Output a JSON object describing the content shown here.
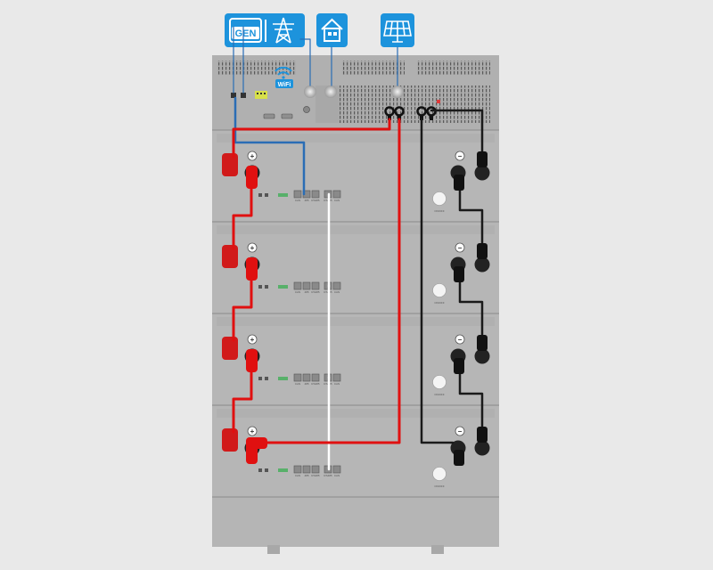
{
  "diagram": {
    "title": "",
    "icons": {
      "generator_label": "GEN",
      "generator": "generator-icon",
      "grid": "power-tower-icon",
      "home": "house-icon",
      "solar": "solar-panel-icon",
      "wifi": "wifi-icon"
    },
    "inverter": {
      "wifi_text": "WiFi"
    },
    "battery": {
      "modules": 4,
      "positive_symbol": "+",
      "negative_symbol": "−",
      "switch_label": "ON/OFF",
      "port_labels": [
        "CAN",
        "485",
        "RS485",
        "RS485",
        "CAN",
        "CAN"
      ]
    },
    "colors": {
      "background": "#e9e9e9",
      "cabinet": "#b3b3b3",
      "icon_blue": "#1d93dc",
      "positive_cable": "#e01010",
      "negative_cable": "#1a1a1a",
      "comm_cable": "#2a6db5",
      "link_cable": "#ffffff"
    }
  }
}
